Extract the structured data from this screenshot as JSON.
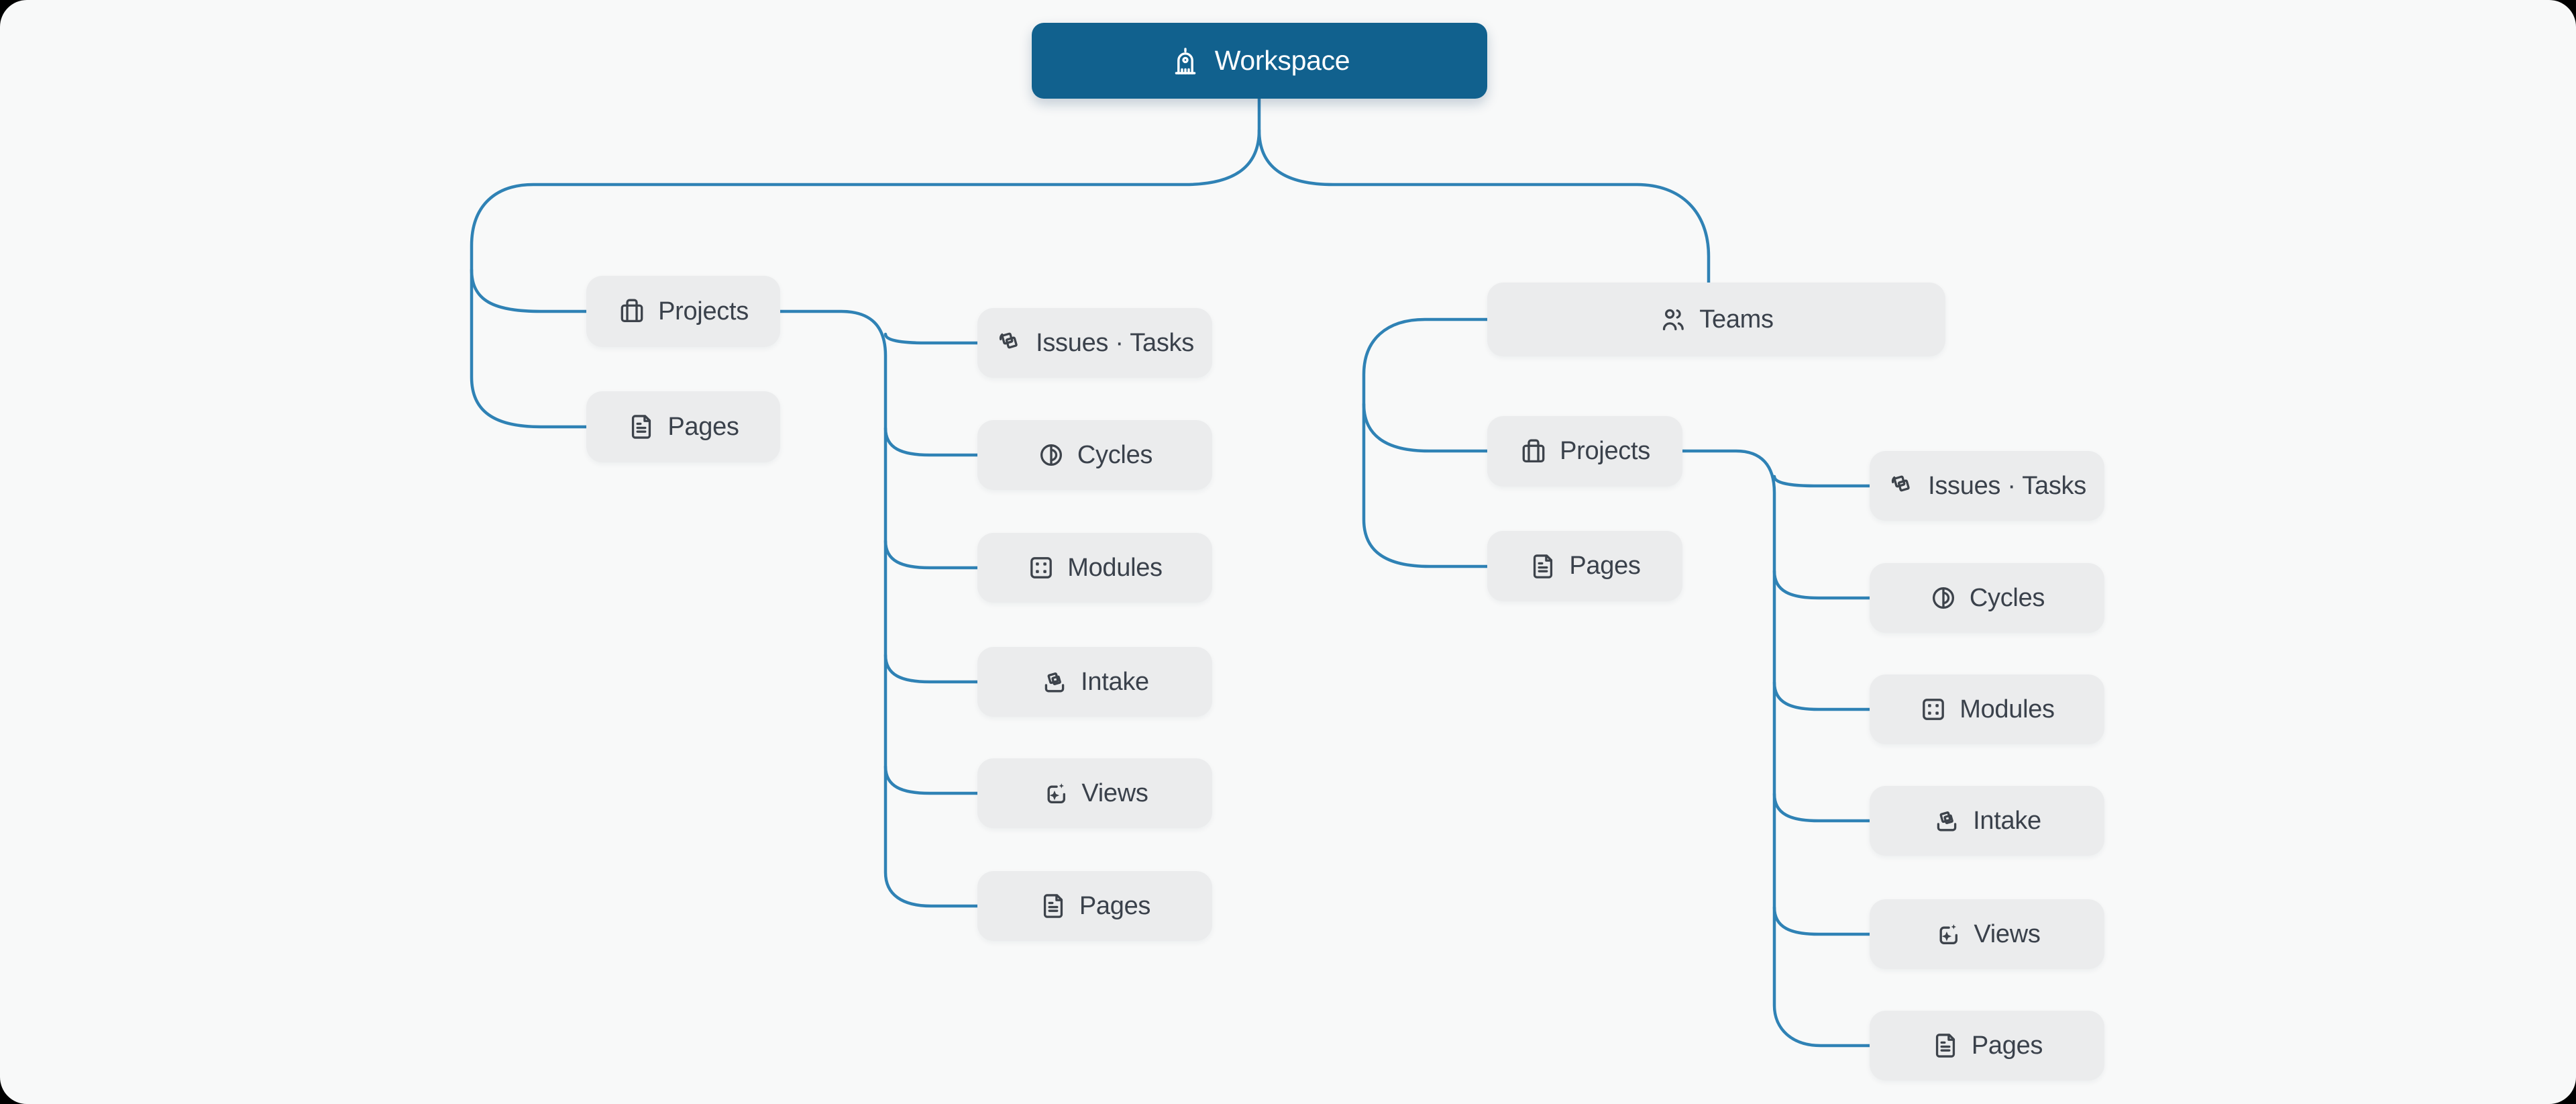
{
  "diagram": {
    "root": {
      "label": "Workspace",
      "icon": "workspace-building-icon"
    },
    "left": {
      "projects": {
        "label": "Projects",
        "icon": "briefcase-icon"
      },
      "pages": {
        "label": "Pages",
        "icon": "page-document-icon"
      }
    },
    "teams": {
      "label": "Teams",
      "icon": "users-icon",
      "projects": {
        "label": "Projects",
        "icon": "briefcase-icon"
      },
      "pages": {
        "label": "Pages",
        "icon": "page-document-icon"
      }
    },
    "features": [
      {
        "label": "Issues · Tasks",
        "icon": "layers-icon"
      },
      {
        "label": "Cycles",
        "icon": "cycle-half-circle-icon"
      },
      {
        "label": "Modules",
        "icon": "modules-dice-icon"
      },
      {
        "label": "Intake",
        "icon": "intake-tray-icon"
      },
      {
        "label": "Views",
        "icon": "views-frame-sparkle-icon"
      },
      {
        "label": "Pages",
        "icon": "page-document-icon"
      }
    ],
    "colors": {
      "connector": "#2f82b5",
      "root_fill": "#11618e",
      "root_text": "#ffffff",
      "node_fill": "#ebeced",
      "node_text": "#3a414b",
      "canvas_bg": "#f8f9f9",
      "frame_bg": "#000000"
    }
  }
}
